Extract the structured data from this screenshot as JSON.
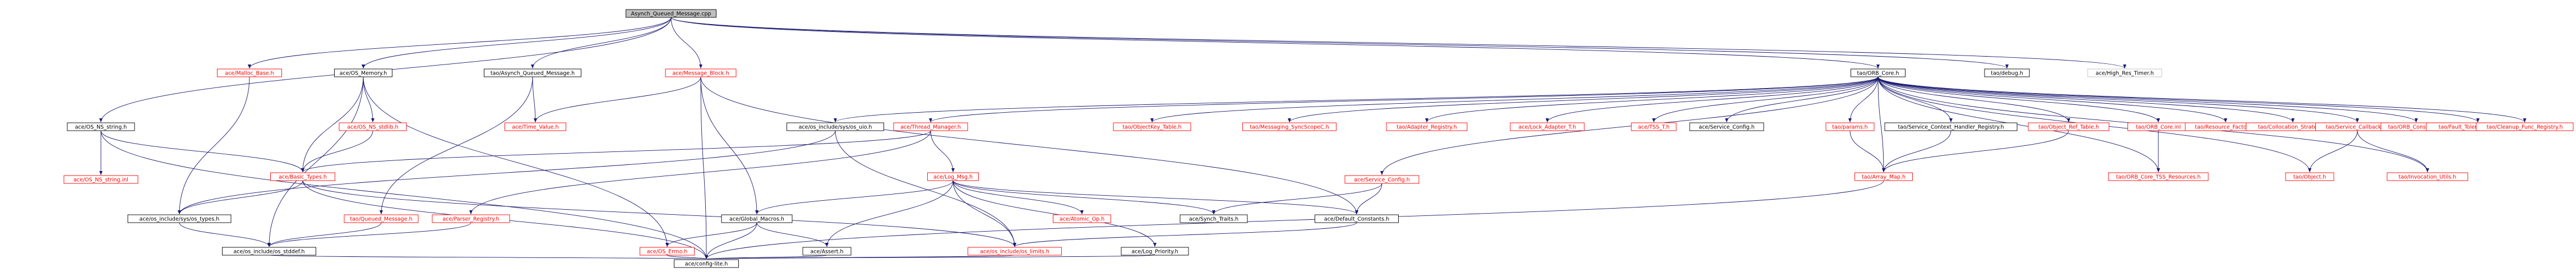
{
  "colors": {
    "root_fill": "#bfbfbf",
    "node_fill": "#ffffff",
    "node_border_black": "#000000",
    "node_text_black": "#000000",
    "node_border_missing": "#ff0000",
    "node_text_missing": "#ff0000",
    "node_border_grey": "#bfbfbf",
    "edge": "#191970"
  },
  "nodes": [
    {
      "id": "root",
      "label": "Asynch_Queued_Message.cpp",
      "style": "root"
    },
    {
      "id": "malloc_base",
      "label": "ace/Malloc_Base.h",
      "style": "missing"
    },
    {
      "id": "os_memory",
      "label": "ace/OS_Memory.h",
      "style": "normal"
    },
    {
      "id": "tao_aqm",
      "label": "tao/Asynch_Queued_Message.h",
      "style": "normal"
    },
    {
      "id": "msg_block",
      "label": "ace/Message_Block.h",
      "style": "missing"
    },
    {
      "id": "orb_core",
      "label": "tao/ORB_Core.h",
      "style": "normal"
    },
    {
      "id": "debug",
      "label": "tao/debug.h",
      "style": "normal"
    },
    {
      "id": "hrtimer",
      "label": "ace/High_Res_Timer.h",
      "style": "grey"
    },
    {
      "id": "os_ns_string",
      "label": "ace/OS_NS_string.h",
      "style": "normal"
    },
    {
      "id": "os_ns_stdlib",
      "label": "ace/OS_NS_stdlib.h",
      "style": "missing"
    },
    {
      "id": "time_value",
      "label": "ace/Time_Value.h",
      "style": "missing"
    },
    {
      "id": "os_uio",
      "label": "ace/os_include/sys/os_uio.h",
      "style": "normal"
    },
    {
      "id": "thread_manager",
      "label": "ace/Thread_Manager.h",
      "style": "missing"
    },
    {
      "id": "objectkey_table",
      "label": "tao/ObjectKey_Table.h",
      "style": "missing"
    },
    {
      "id": "messaging_sync",
      "label": "tao/Messaging_SyncScopeC.h",
      "style": "missing"
    },
    {
      "id": "adapter_registry",
      "label": "tao/Adapter_Registry.h",
      "style": "missing"
    },
    {
      "id": "lock_adapter",
      "label": "ace/Lock_Adapter_T.h",
      "style": "missing"
    },
    {
      "id": "tss_t",
      "label": "ace/TSS_T.h",
      "style": "missing"
    },
    {
      "id": "service_config_h",
      "label": "ace/Service_Config.h",
      "style": "normal"
    },
    {
      "id": "params",
      "label": "tao/params.h",
      "style": "missing"
    },
    {
      "id": "svc_ctx_handler",
      "label": "tao/Service_Context_Handler_Registry.h",
      "style": "normal"
    },
    {
      "id": "object_ref_table",
      "label": "tao/Object_Ref_Table.h",
      "style": "missing"
    },
    {
      "id": "orb_core_inl",
      "label": "tao/ORB_Core.inl",
      "style": "missing"
    },
    {
      "id": "resource_factory",
      "label": "tao/Resource_Factory.h",
      "style": "missing"
    },
    {
      "id": "collocation_strategy",
      "label": "tao/Collocation_Strategy.h",
      "style": "missing"
    },
    {
      "id": "service_callbacks",
      "label": "tao/Service_Callbacks.h",
      "style": "missing"
    },
    {
      "id": "orb_constants",
      "label": "tao/ORB_Constants.h",
      "style": "missing"
    },
    {
      "id": "fault_tolerance",
      "label": "tao/Fault_Tolerance_Service.h",
      "style": "missing"
    },
    {
      "id": "cleanup_func",
      "label": "tao/Cleanup_Func_Registry.h",
      "style": "missing"
    },
    {
      "id": "os_ns_string_inl",
      "label": "ace/OS_NS_string.inl",
      "style": "missing"
    },
    {
      "id": "basic_types",
      "label": "ace/Basic_Types.h",
      "style": "missing"
    },
    {
      "id": "service_config_cfg",
      "label": "ace/Service_Config.h",
      "style": "missing"
    },
    {
      "id": "log_msg",
      "label": "ace/Log_Msg.h",
      "style": "missing"
    },
    {
      "id": "array_map",
      "label": "tao/Array_Map.h",
      "style": "missing"
    },
    {
      "id": "orb_core_tss",
      "label": "tao/ORB_Core_TSS_Resources.h",
      "style": "missing"
    },
    {
      "id": "object_h",
      "label": "tao/Object.h",
      "style": "missing"
    },
    {
      "id": "invocation_utils",
      "label": "tao/Invocation_Utils.h",
      "style": "missing"
    },
    {
      "id": "os_types",
      "label": "ace/os_include/sys/os_types.h",
      "style": "normal"
    },
    {
      "id": "queued_message",
      "label": "tao/Queued_Message.h",
      "style": "missing"
    },
    {
      "id": "parser_registry",
      "label": "ace/Parser_Registry.h",
      "style": "missing"
    },
    {
      "id": "global_macros",
      "label": "ace/Global_Macros.h",
      "style": "normal"
    },
    {
      "id": "atomic_op",
      "label": "ace/Atomic_Op.h",
      "style": "missing"
    },
    {
      "id": "synch_traits",
      "label": "ace/Synch_Traits.h",
      "style": "normal"
    },
    {
      "id": "default_constants",
      "label": "ace/Default_Constants.h",
      "style": "normal"
    },
    {
      "id": "os_stddef",
      "label": "ace/os_include/os_stddef.h",
      "style": "normal"
    },
    {
      "id": "os_errno",
      "label": "ace/OS_Errno.h",
      "style": "missing"
    },
    {
      "id": "assert_h",
      "label": "ace/Assert.h",
      "style": "normal"
    },
    {
      "id": "os_limits",
      "label": "ace/os_include/os_limits.h",
      "style": "missing"
    },
    {
      "id": "log_priority",
      "label": "ace/Log_Priority.h",
      "style": "normal"
    },
    {
      "id": "config_lite",
      "label": "ace/config-lite.h",
      "style": "normal"
    }
  ],
  "edges": [
    [
      "root",
      "malloc_base"
    ],
    [
      "root",
      "os_memory"
    ],
    [
      "root",
      "tao_aqm"
    ],
    [
      "root",
      "msg_block"
    ],
    [
      "root",
      "orb_core"
    ],
    [
      "root",
      "debug"
    ],
    [
      "root",
      "hrtimer"
    ],
    [
      "root",
      "os_ns_string"
    ],
    [
      "malloc_base",
      "os_types"
    ],
    [
      "os_memory",
      "os_ns_stdlib"
    ],
    [
      "os_memory",
      "os_errno"
    ],
    [
      "os_memory",
      "basic_types"
    ],
    [
      "os_memory",
      "os_stddef"
    ],
    [
      "tao_aqm",
      "time_value"
    ],
    [
      "tao_aqm",
      "queued_message"
    ],
    [
      "msg_block",
      "time_value"
    ],
    [
      "msg_block",
      "global_macros"
    ],
    [
      "msg_block",
      "config_lite"
    ],
    [
      "msg_block",
      "default_constants"
    ],
    [
      "os_ns_string",
      "os_ns_string_inl"
    ],
    [
      "os_ns_string",
      "basic_types"
    ],
    [
      "os_ns_string",
      "config_lite"
    ],
    [
      "os_ns_stdlib",
      "basic_types"
    ],
    [
      "orb_core",
      "thread_manager"
    ],
    [
      "orb_core",
      "objectkey_table"
    ],
    [
      "orb_core",
      "messaging_sync"
    ],
    [
      "orb_core",
      "adapter_registry"
    ],
    [
      "orb_core",
      "lock_adapter"
    ],
    [
      "orb_core",
      "tss_t"
    ],
    [
      "orb_core",
      "service_config_h"
    ],
    [
      "orb_core",
      "params"
    ],
    [
      "orb_core",
      "svc_ctx_handler"
    ],
    [
      "orb_core",
      "object_ref_table"
    ],
    [
      "orb_core",
      "orb_core_inl"
    ],
    [
      "orb_core",
      "resource_factory"
    ],
    [
      "orb_core",
      "collocation_strategy"
    ],
    [
      "orb_core",
      "service_callbacks"
    ],
    [
      "orb_core",
      "orb_constants"
    ],
    [
      "orb_core",
      "fault_tolerance"
    ],
    [
      "orb_core",
      "cleanup_func"
    ],
    [
      "orb_core",
      "os_uio"
    ],
    [
      "orb_core",
      "array_map"
    ],
    [
      "orb_core",
      "object_h"
    ],
    [
      "orb_core",
      "invocation_utils"
    ],
    [
      "orb_core",
      "orb_core_tss"
    ],
    [
      "orb_core",
      "service_config_cfg"
    ],
    [
      "os_uio",
      "os_types"
    ],
    [
      "os_uio",
      "os_limits"
    ],
    [
      "thread_manager",
      "log_msg"
    ],
    [
      "thread_manager",
      "basic_types"
    ],
    [
      "thread_manager",
      "parser_registry"
    ],
    [
      "service_config_cfg",
      "default_constants"
    ],
    [
      "service_config_cfg",
      "synch_traits"
    ],
    [
      "log_msg",
      "atomic_op"
    ],
    [
      "log_msg",
      "synch_traits"
    ],
    [
      "log_msg",
      "global_macros"
    ],
    [
      "log_msg",
      "os_limits"
    ],
    [
      "log_msg",
      "log_priority"
    ],
    [
      "log_msg",
      "default_constants"
    ],
    [
      "log_msg",
      "assert_h"
    ],
    [
      "params",
      "array_map"
    ],
    [
      "svc_ctx_handler",
      "array_map"
    ],
    [
      "object_ref_table",
      "array_map"
    ],
    [
      "orb_core_inl",
      "orb_core_tss"
    ],
    [
      "service_callbacks",
      "object_h"
    ],
    [
      "service_callbacks",
      "invocation_utils"
    ],
    [
      "array_map",
      "config_lite"
    ],
    [
      "basic_types",
      "os_types"
    ],
    [
      "basic_types",
      "os_limits"
    ],
    [
      "basic_types",
      "config_lite"
    ],
    [
      "os_types",
      "os_stddef"
    ],
    [
      "global_macros",
      "os_errno"
    ],
    [
      "global_macros",
      "assert_h"
    ],
    [
      "global_macros",
      "config_lite"
    ],
    [
      "queued_message",
      "os_stddef"
    ],
    [
      "parser_registry",
      "os_stddef"
    ],
    [
      "default_constants",
      "os_limits"
    ],
    [
      "os_stddef",
      "config_lite"
    ],
    [
      "os_errno",
      "config_lite"
    ],
    [
      "assert_h",
      "config_lite"
    ],
    [
      "os_limits",
      "config_lite"
    ],
    [
      "log_priority",
      "config_lite"
    ]
  ]
}
